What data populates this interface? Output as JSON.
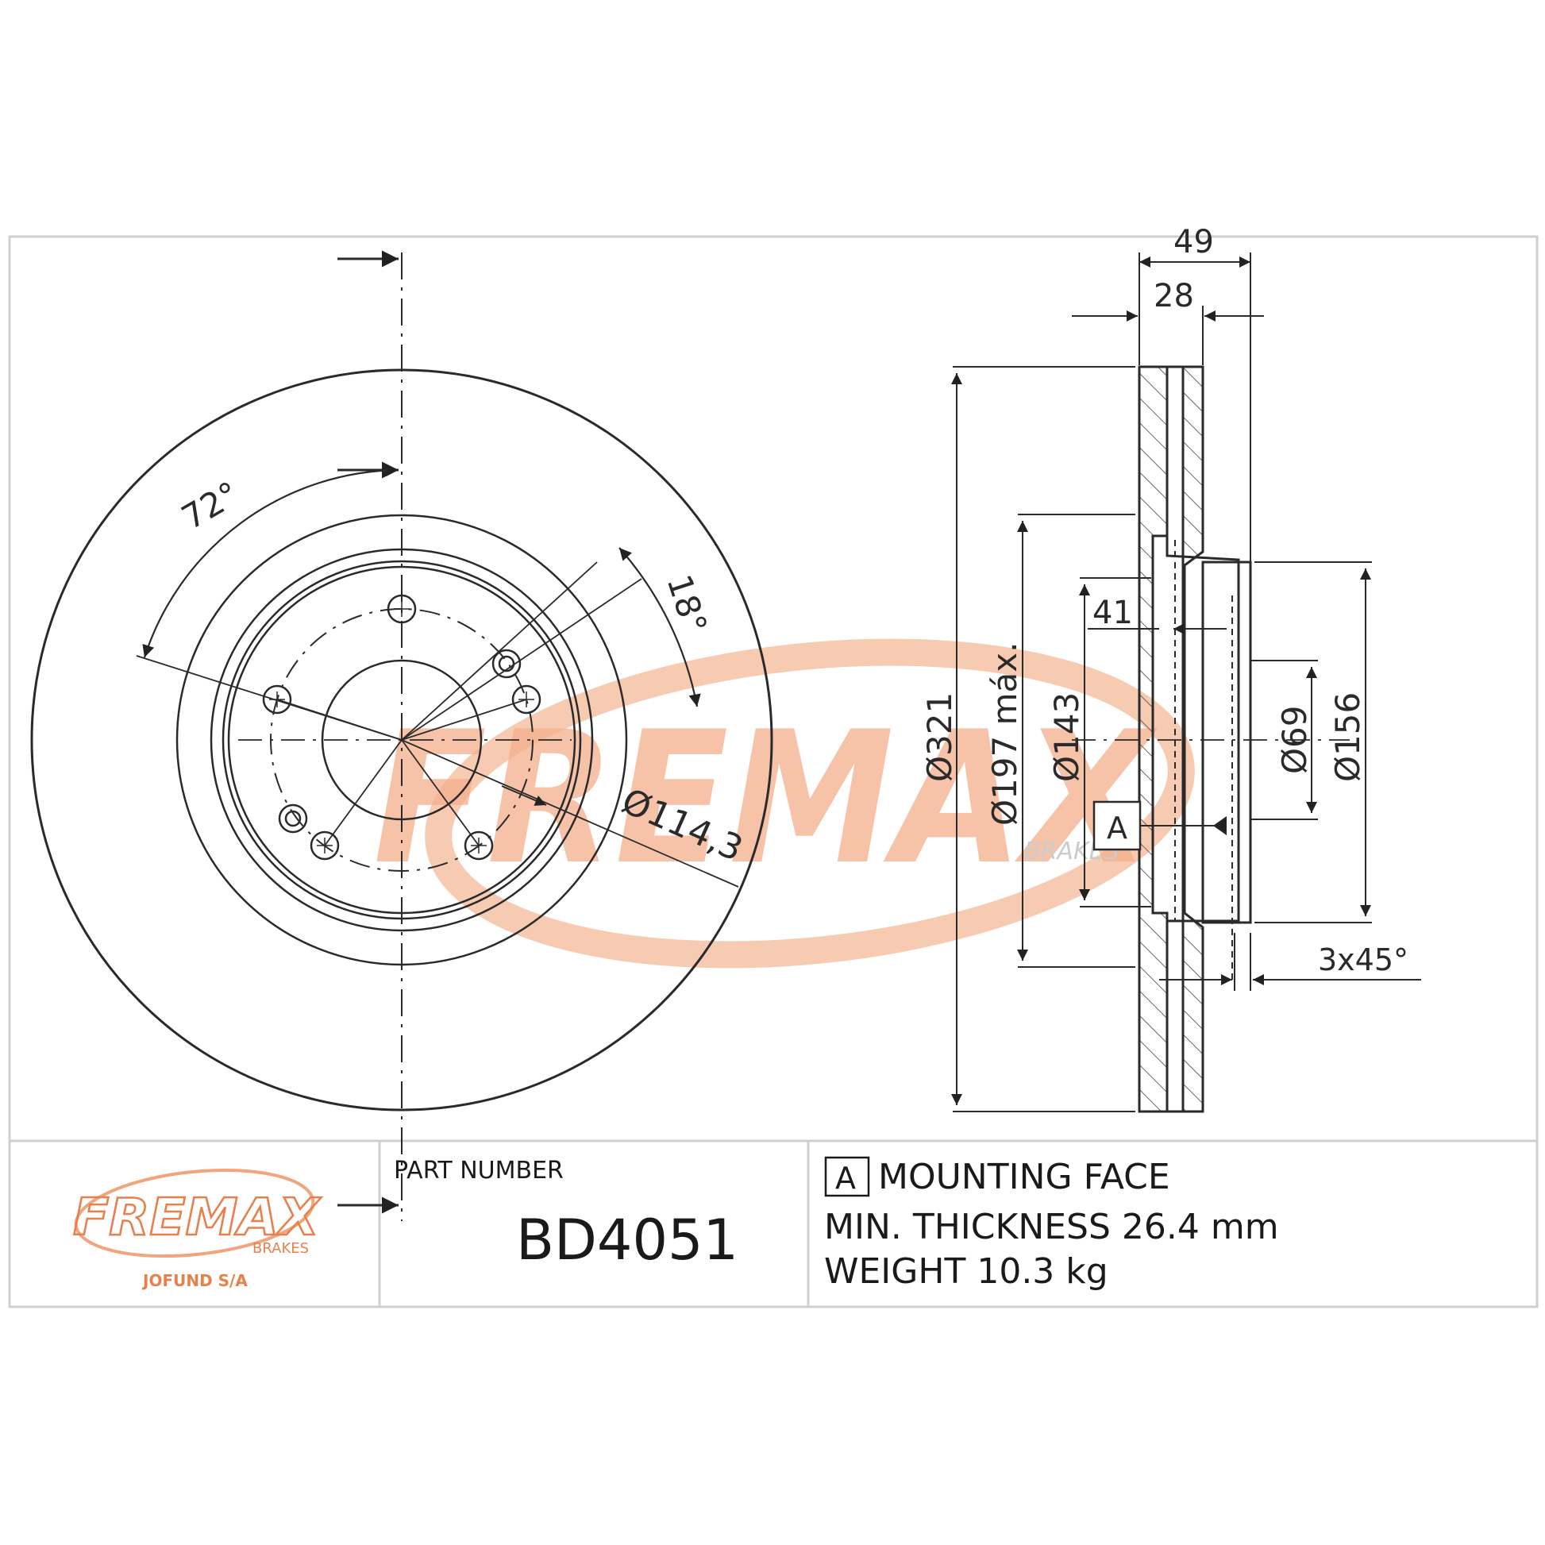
{
  "brand": {
    "watermark": "FREMAX",
    "watermark_sub": "BRAKES",
    "logo_text": "FREMAX",
    "logo_sub": "BRAKES",
    "company": "JOFUND S/A",
    "color": "#f2a57c"
  },
  "front_view": {
    "angle_label": "72°",
    "offset_angle_label": "18°",
    "pcd_label": "Ø114,3",
    "bolt_holes": 5
  },
  "side_view": {
    "overall_height": "49",
    "disc_thickness": "28",
    "diameter_outer": "Ø321",
    "diameter_197": "Ø197 máx.",
    "diameter_143": "Ø143",
    "dim_41": "41",
    "diameter_69": "Ø69",
    "diameter_156": "Ø156",
    "chamfer": "3x45°",
    "datum": "A"
  },
  "title_block": {
    "part_number_label": "PART NUMBER",
    "part_number": "BD4051",
    "datum_box": "A",
    "mounting_face": "MOUNTING FACE",
    "min_thickness": "MIN. THICKNESS 26.4 mm",
    "weight": "WEIGHT 10.3 kg"
  }
}
